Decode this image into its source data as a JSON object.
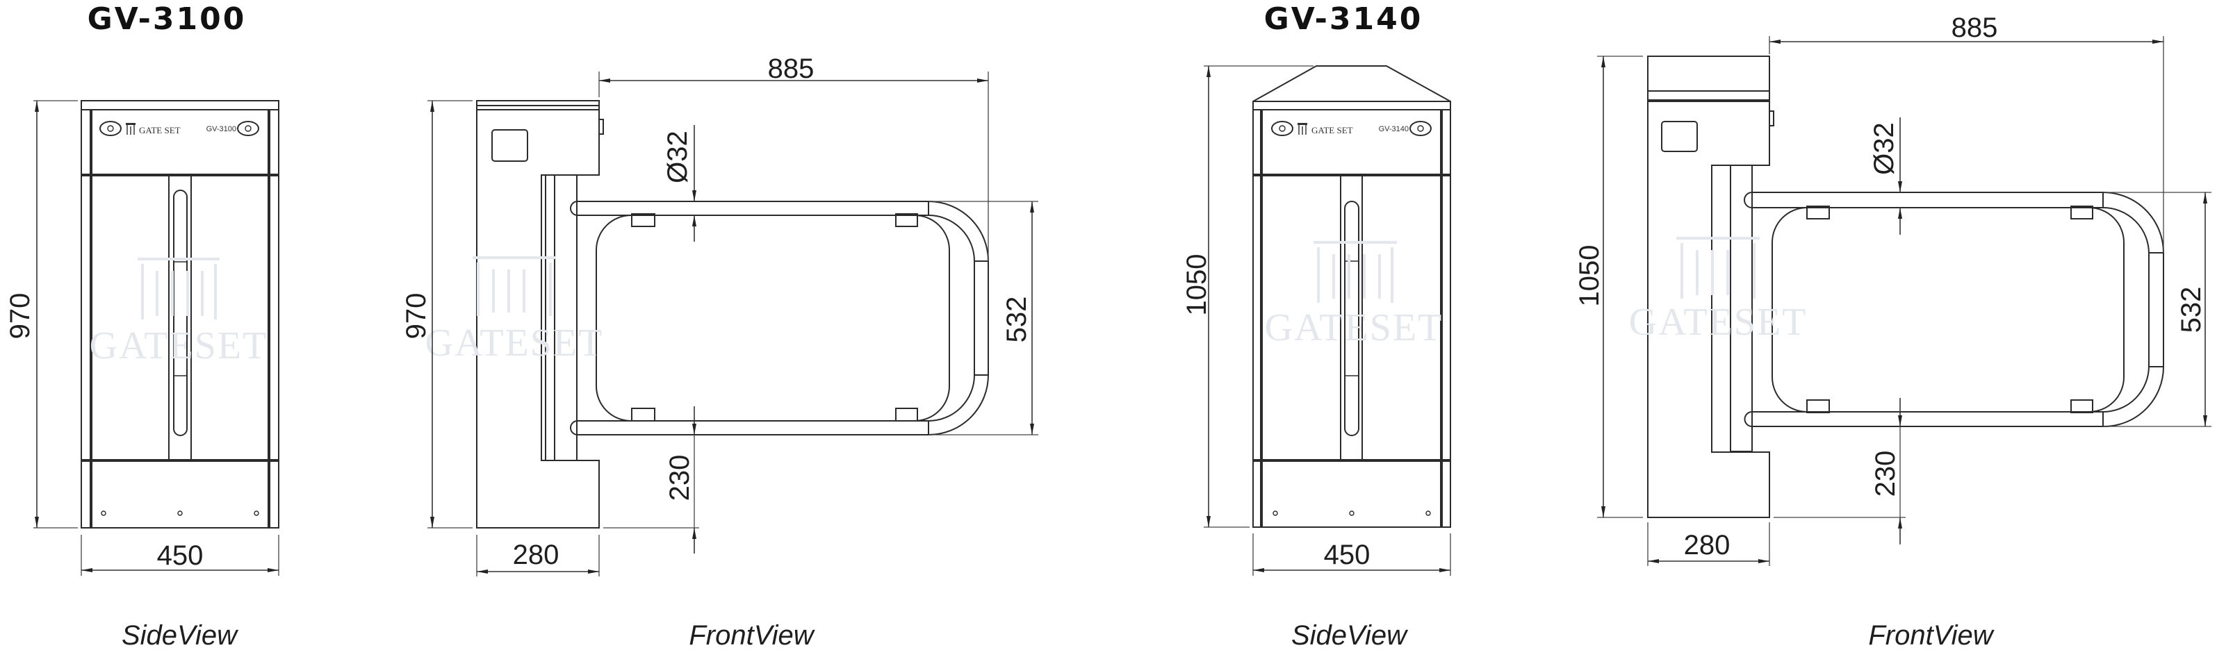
{
  "watermark": "GATESET",
  "models": [
    {
      "title": "GV-3100",
      "side_view": {
        "label": "SideView",
        "height": "970",
        "width": "450",
        "badge": "GV-3100",
        "brand": "GATE SET"
      },
      "front_view": {
        "label": "FrontView",
        "height": "970",
        "depth": "280",
        "arm_length": "885",
        "tube_diameter": "Ø32",
        "arm_clearance": "230",
        "arm_height": "532"
      }
    },
    {
      "title": "GV-3140",
      "side_view": {
        "label": "SideView",
        "height": "1050",
        "width": "450",
        "badge": "GV-3140",
        "brand": "GATE SET"
      },
      "front_view": {
        "label": "FrontView",
        "height": "1050",
        "depth": "280",
        "arm_length": "885",
        "tube_diameter": "Ø32",
        "arm_clearance": "230",
        "arm_height": "532"
      }
    }
  ]
}
